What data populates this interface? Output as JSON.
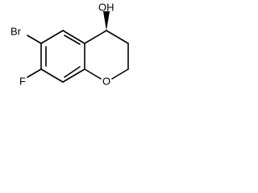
{
  "molecule": {
    "atoms": {
      "br": "Br",
      "f": "F",
      "o_ring": "O",
      "oh": "OH"
    },
    "features": {
      "stereocenter": "C4",
      "stereo_bond": "wedge"
    }
  }
}
